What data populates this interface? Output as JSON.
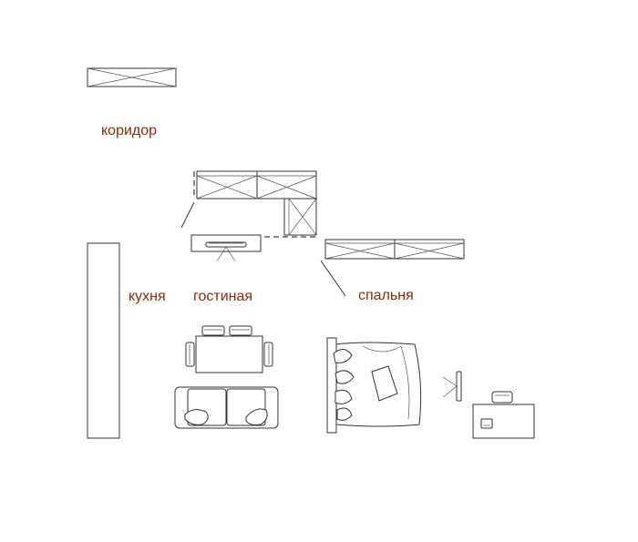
{
  "rooms": {
    "corridor": "коридор",
    "kitchen": "кухня",
    "living": "гостиная",
    "bedroom": "спальня"
  },
  "colors": {
    "label": "#8b2a0e",
    "line": "#333333"
  }
}
